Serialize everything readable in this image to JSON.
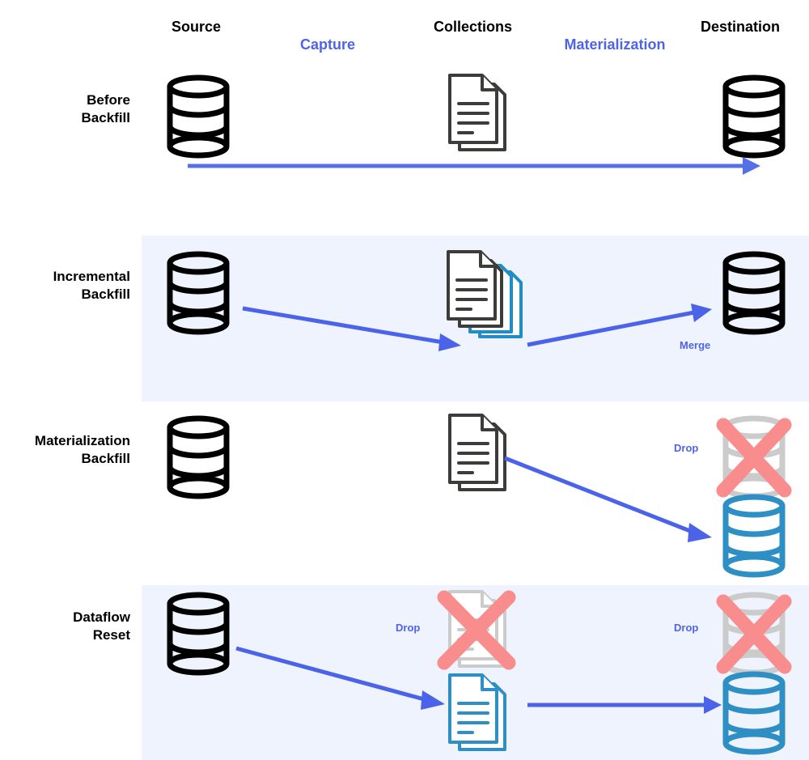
{
  "diagram": {
    "title_columns": {
      "source": "Source",
      "capture": "Capture",
      "collections": "Collections",
      "materialization": "Materialization",
      "destination": "Destination"
    },
    "rows": [
      {
        "id": "before-backfill",
        "label": "Before\nBackfill",
        "label_line1": "Before",
        "label_line2": "Backfill",
        "shaded": false
      },
      {
        "id": "incremental-backfill",
        "label": "Incremental\nBackfill",
        "label_line1": "Incremental",
        "label_line2": "Backfill",
        "shaded": true
      },
      {
        "id": "materialization-backfill",
        "label": "Materialization\nBackfill",
        "label_line1": "Materialization",
        "label_line2": "Backfill",
        "shaded": false
      },
      {
        "id": "dataflow-reset",
        "label": "Dataflow\nReset",
        "label_line1": "Dataflow",
        "label_line2": "Reset",
        "shaded": true
      }
    ],
    "annotations": {
      "merge": "Merge",
      "drop_destination_row3": "Drop",
      "drop_collection_row4": "Drop",
      "drop_destination_row4": "Drop"
    },
    "colors": {
      "accent_blue": "#4F63E8",
      "label_blue": "#5A73F0",
      "icon_black": "#000000",
      "icon_dark_gray": "#3C3C3B",
      "icon_light_gray": "#CBCBCB",
      "icon_cyan": "#2E8FC4",
      "x_red": "#F98C8C",
      "band_background": "#EEF3FD",
      "page_background": "#FFFFFF"
    },
    "icons": {
      "database": "database-cylinder-icon",
      "document": "document-page-icon",
      "document_stack": "document-stack-icon",
      "x_mark": "x-cross-icon",
      "arrow": "arrow-right-icon"
    }
  }
}
